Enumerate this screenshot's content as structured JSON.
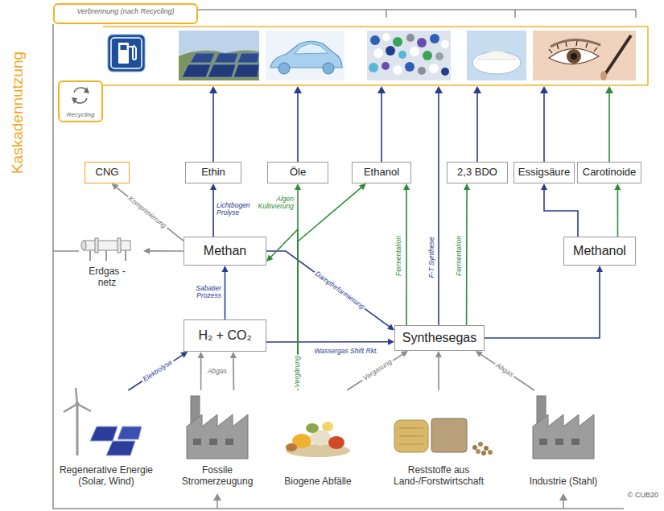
{
  "diagram": {
    "nodes": [
      {
        "text": [
          "Verbrennung (nach Recycling)"
        ]
      },
      {
        "text": [
          "Recycling"
        ]
      },
      {
        "text": [
          "CNG"
        ]
      },
      {
        "text": [
          "Ethin"
        ]
      },
      {
        "text": [
          "Öle"
        ]
      },
      {
        "text": [
          "Ethanol"
        ]
      },
      {
        "text": [
          "2,3 BDO"
        ]
      },
      {
        "text": [
          "Essigsäure"
        ]
      },
      {
        "text": [
          "Carotinoide"
        ]
      },
      {
        "text": [
          "Methan"
        ]
      },
      {
        "text": [
          "Methanol"
        ]
      },
      {
        "text": [
          "Erdgas -netz"
        ]
      },
      {
        "text": [
          "H₂ + CO₂"
        ]
      },
      {
        "text": [
          "Synthesegas"
        ]
      },
      {
        "text": [
          "Regenerative Energie (Solar, Wind)"
        ]
      },
      {
        "text": [
          "Fossile Stromerzeugung"
        ]
      },
      {
        "text": [
          "Biogene Abfälle"
        ]
      },
      {
        "text": [
          "Reststoffe aus Land-/Forstwirtschaft"
        ]
      },
      {
        "text": [
          "Industrie (Stahl)"
        ]
      }
    ],
    "edges": [
      {
        "from": 14,
        "to": 12,
        "arrow": "to",
        "label": "Elektrolyse"
      },
      {
        "from": 15,
        "to": 12,
        "arrow": "to",
        "label": "Abgas"
      },
      {
        "from": 15,
        "to": 12,
        "arrow": "to"
      },
      {
        "from": 12,
        "to": 9,
        "arrow": "to",
        "label": "Sabatier Prozess"
      },
      {
        "from": 9,
        "to": 3,
        "arrow": "to",
        "label": "Lichtbogen Prolyse"
      },
      {
        "from": 9,
        "to": 2,
        "arrow": "to",
        "label": "Komprimierung"
      },
      {
        "from": 9,
        "to": 11,
        "arrow": "to"
      },
      {
        "from": 9,
        "to": 13,
        "arrow": "to",
        "label": "Dampfreformierung"
      },
      {
        "from": 12,
        "to": 13,
        "arrow": "to",
        "label": "Wassergas Shift Rkt."
      },
      {
        "from": 16,
        "to": 9,
        "arrow": "to",
        "label": "Vergärung"
      },
      {
        "from": 16,
        "to": 4,
        "arrow": "to",
        "label": "Algen Kultivierung"
      },
      {
        "from": 16,
        "to": 5,
        "arrow": "to"
      },
      {
        "from": 16,
        "to": 13,
        "arrow": "to",
        "label": "Vergasung"
      },
      {
        "from": 17,
        "to": 13,
        "arrow": "to"
      },
      {
        "from": 18,
        "to": 13,
        "arrow": "to",
        "label": "Abgas"
      },
      {
        "from": 13,
        "to": 5,
        "arrow": "to",
        "label": "Fermentation"
      },
      {
        "from": 13,
        "to": 6,
        "arrow": "to",
        "label": "Fermentation"
      },
      {
        "from": 13,
        "to": 10,
        "arrow": "to"
      },
      {
        "from": 10,
        "to": 7,
        "arrow": "to"
      },
      {
        "from": 10,
        "to": 8,
        "arrow": "to"
      }
    ],
    "labels": [
      "Kaskadennutzung",
      "F-T Synthese",
      "© CUB20"
    ]
  }
}
